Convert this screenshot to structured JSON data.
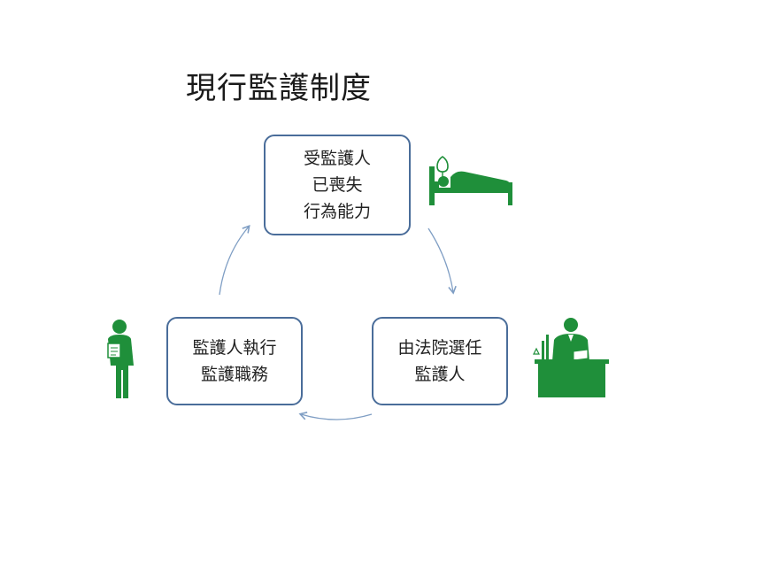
{
  "title": "現行監護制度",
  "nodes": {
    "ward": {
      "lines": [
        "受監護人",
        "已喪失",
        "行為能力"
      ]
    },
    "court": {
      "lines": [
        "由法院選任",
        "監護人"
      ]
    },
    "guardian": {
      "lines": [
        "監護人執行",
        "監護職務"
      ]
    }
  },
  "colors": {
    "box_border": "#4a6d9a",
    "arrow": "#7f9ec4",
    "icon_green": "#1f8f3a"
  },
  "icons": {
    "ward": "patient-in-bed-icon",
    "court": "judge-at-bench-icon",
    "guardian": "person-with-document-icon"
  }
}
